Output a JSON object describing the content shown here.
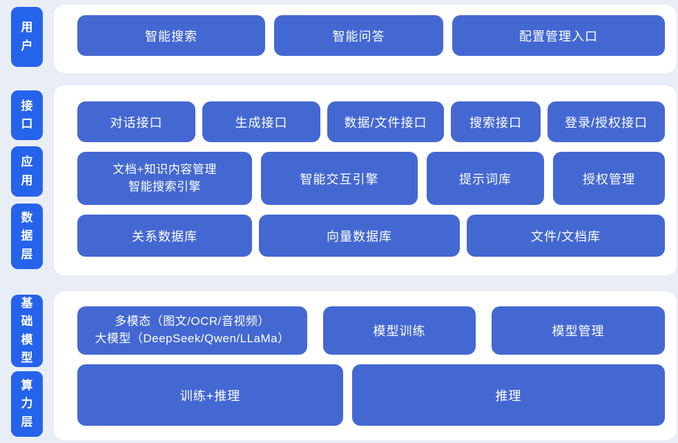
{
  "colors": {
    "background": "#e9edf5",
    "panel": "#ffffff",
    "layer_badge": "#2563eb",
    "block": "#4468d2",
    "text": "#ffffff"
  },
  "layers": [
    {
      "label": "用户"
    },
    {
      "label": "接口"
    },
    {
      "label": "应用"
    },
    {
      "label": "数据层"
    },
    {
      "label": "基础模型"
    },
    {
      "label": "算力层"
    }
  ],
  "sections": [
    {
      "rows": [
        [
          "智能搜索",
          "智能问答",
          "配置管理入口"
        ]
      ]
    },
    {
      "rows": [
        [
          "对话接口",
          "生成接口",
          "数据/文件接口",
          "搜索接口",
          "登录/授权接口"
        ],
        [
          "文档+知识内容管理\n智能搜索引擎",
          "智能交互引擎",
          "提示词库",
          "授权管理"
        ],
        [
          "关系数据库",
          "向量数据库",
          "文件/文档库"
        ]
      ]
    },
    {
      "rows": [
        [
          "多模态（图文/OCR/音视频）\n大模型（DeepSeek/Qwen/LLaMa）",
          "模型训练",
          "模型管理"
        ],
        [
          "训练+推理",
          "推理"
        ]
      ]
    }
  ]
}
